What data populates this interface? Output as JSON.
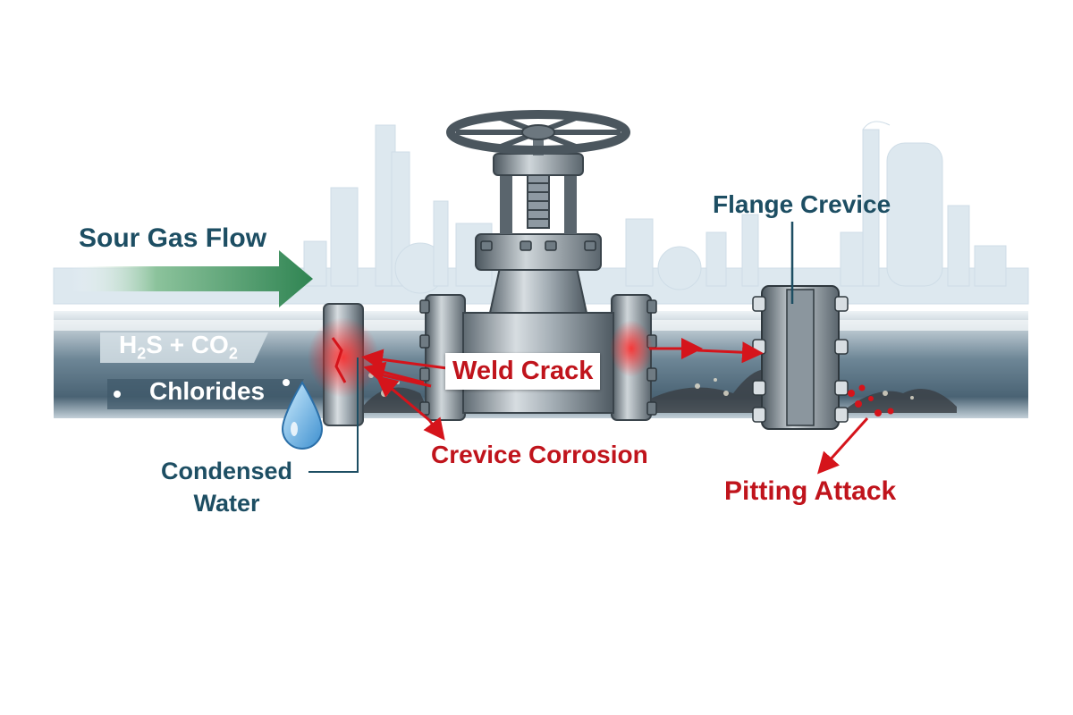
{
  "labels": {
    "flow": "Sour Gas Flow",
    "gas_h": "H",
    "gas_2a": "2",
    "gas_mid": "S + CO",
    "gas_2b": "2",
    "chlorides": "Chlorides",
    "water_line1": "Condensed",
    "water_line2": "Water",
    "weld_crack": "Weld Crack",
    "crevice_corrosion": "Crevice Corrosion",
    "flange_crevice": "Flange Crevice",
    "pitting_attack": "Pitting Attack"
  },
  "colors": {
    "teal_text": "#1d4e63",
    "red_text": "#c0141c",
    "arrow_green": "#3f8f5c",
    "pipe_blue": "#4c6b7e",
    "metal": "#8e99a2",
    "skyline": "#dce8f0"
  },
  "icons": [
    "flow-arrow",
    "water-droplet-icon",
    "valve-handwheel",
    "corrosion-spots"
  ]
}
